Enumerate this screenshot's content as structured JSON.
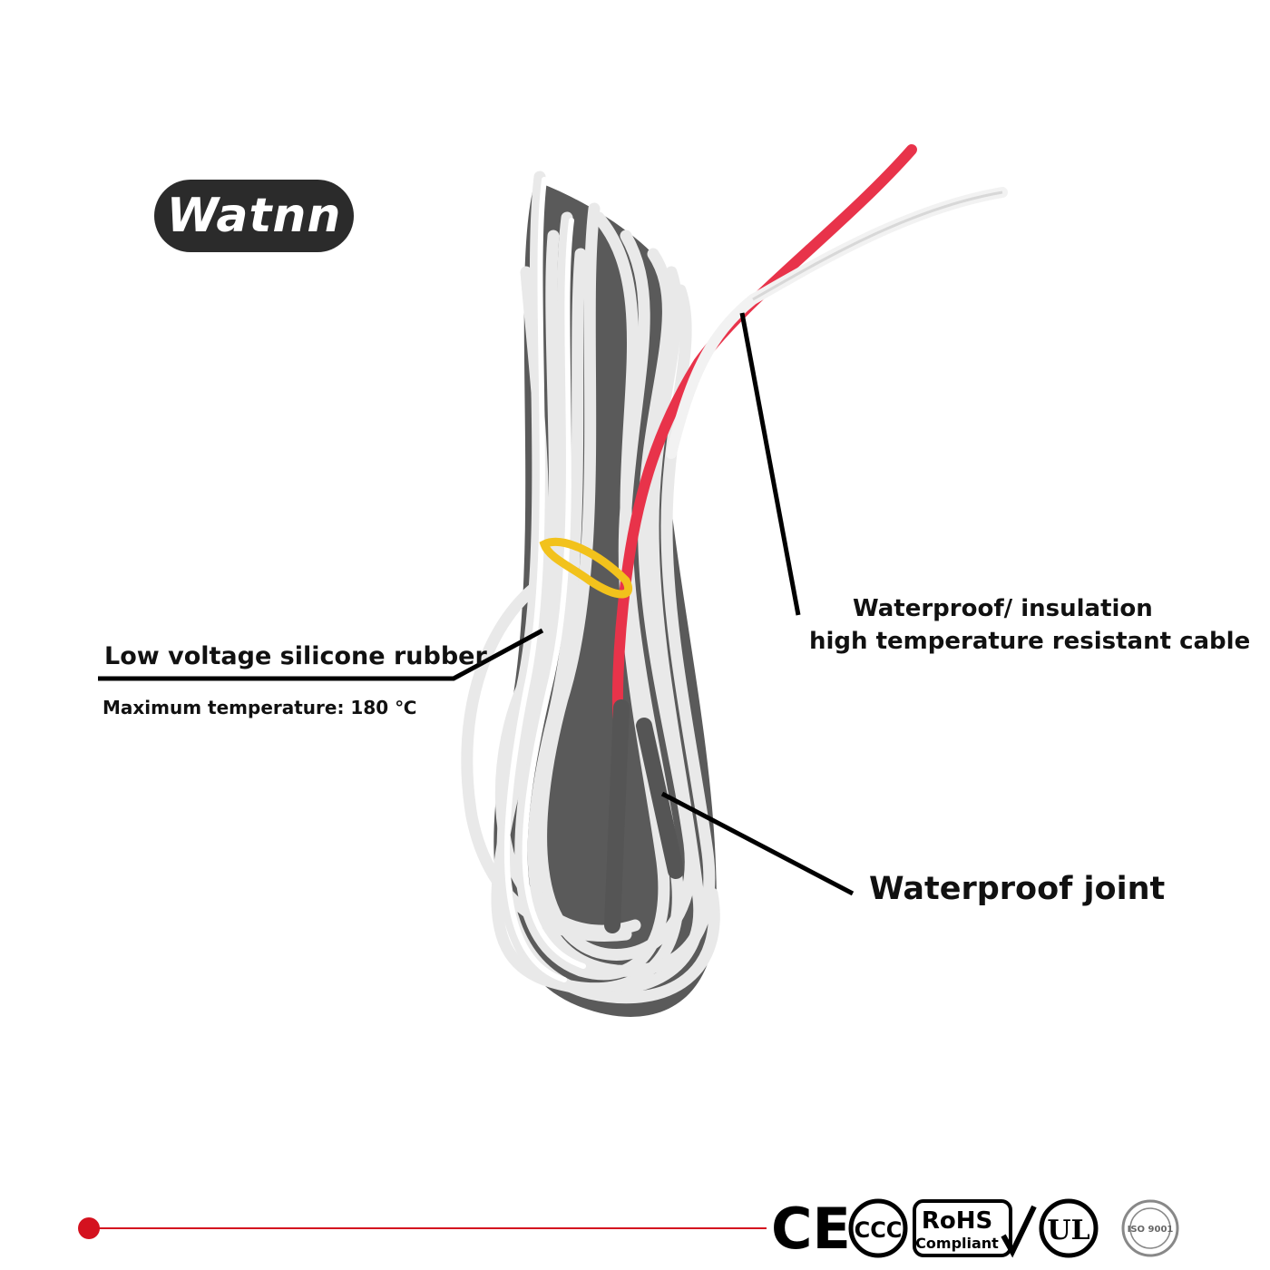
{
  "logo": {
    "text": "Watnn",
    "icon": "watnn-logo"
  },
  "labels": {
    "silicone": "Low voltage silicone rubber",
    "max_temp": "Maximum temperature: 180 ℃",
    "cable_line1": "Waterproof/ insulation",
    "cable_line2": "high temperature resistant cable",
    "joint": "Waterproof joint"
  },
  "certifications": {
    "ce": "CE",
    "ccc": "CCC",
    "rohs": "RoHS",
    "rohs_sub": "Compliant",
    "ul": "UL",
    "iso": "ISO 9001"
  },
  "colors": {
    "accent_red": "#d4121f",
    "wire_red": "#e8334a",
    "text": "#111111"
  }
}
